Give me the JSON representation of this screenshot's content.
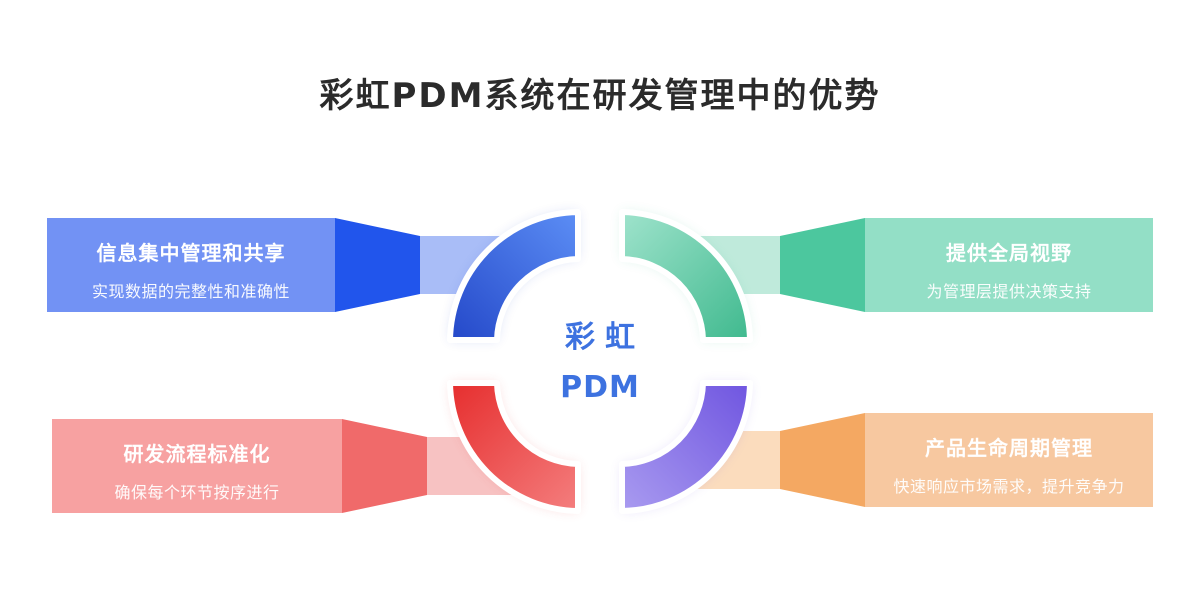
{
  "title": "彩虹PDM系统在研发管理中的优势",
  "center": {
    "line1": "彩虹",
    "line2": "PDM"
  },
  "items": [
    {
      "title": "信息集中管理和共享",
      "desc": "实现数据的完整性和准确性",
      "color": "#2f5fe8"
    },
    {
      "title": "提供全局视野",
      "desc": "为管理层提供决策支持",
      "color": "#4fc9a4"
    },
    {
      "title": "研发流程标准化",
      "desc": "确保每个环节按序进行",
      "color": "#f06a6a"
    },
    {
      "title": "产品生命周期管理",
      "desc": "快速响应市场需求，提升竞争力",
      "color": "#f4a862"
    }
  ]
}
